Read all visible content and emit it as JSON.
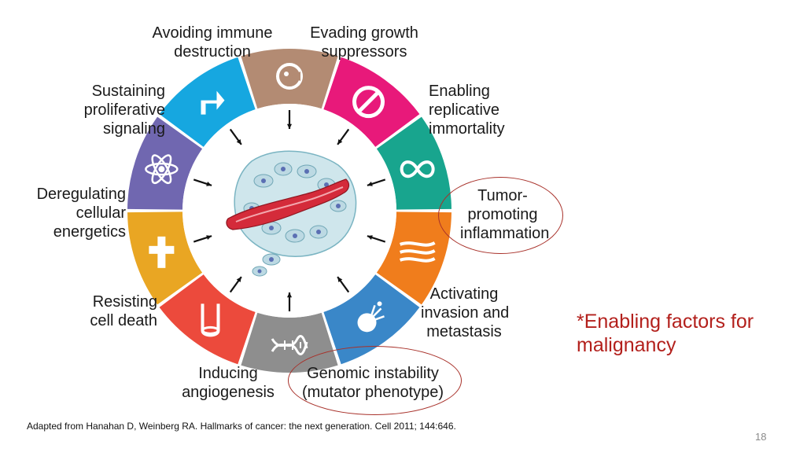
{
  "hallmarks": [
    {
      "lines": [
        "Avoiding immune",
        "destruction"
      ],
      "color": "#b38b73",
      "icon": "pacman-cell-icon"
    },
    {
      "lines": [
        "Evading growth",
        "suppressors"
      ],
      "color": "#e8197a",
      "icon": "prohibition-icon"
    },
    {
      "lines": [
        "Enabling",
        "replicative",
        "immortality"
      ],
      "color": "#18a58e",
      "icon": "infinity-icon"
    },
    {
      "lines": [
        "Tumor-",
        "promoting",
        "inflammation"
      ],
      "color": "#f07d1c",
      "icon": "flames-icon"
    },
    {
      "lines": [
        "Activating",
        "invasion and",
        "metastasis"
      ],
      "color": "#3a87c8",
      "icon": "metastatic-cell-icon"
    },
    {
      "lines": [
        "Genomic instability",
        "(mutator phenotype)"
      ],
      "color": "#8e8e8e",
      "icon": "dna-helix-icon"
    },
    {
      "lines": [
        "Inducing",
        "angiogenesis"
      ],
      "color": "#ec4a3c",
      "icon": "blood-vessel-icon"
    },
    {
      "lines": [
        "Resisting",
        "cell death"
      ],
      "color": "#e9a623",
      "icon": "cross-icon"
    },
    {
      "lines": [
        "Deregulating",
        "cellular",
        "energetics"
      ],
      "color": "#7067b0",
      "icon": "atom-icon"
    },
    {
      "lines": [
        "Sustaining",
        "proliferative",
        "signaling"
      ],
      "color": "#16a7e0",
      "icon": "signal-arrow-icon"
    }
  ],
  "note": [
    "*Enabling factors for",
    "malignancy"
  ],
  "citation": "Adapted from Hanahan D, Weinberg RA. Hallmarks of cancer: the next generation. Cell 2011; 144:646.",
  "page_number": "18"
}
